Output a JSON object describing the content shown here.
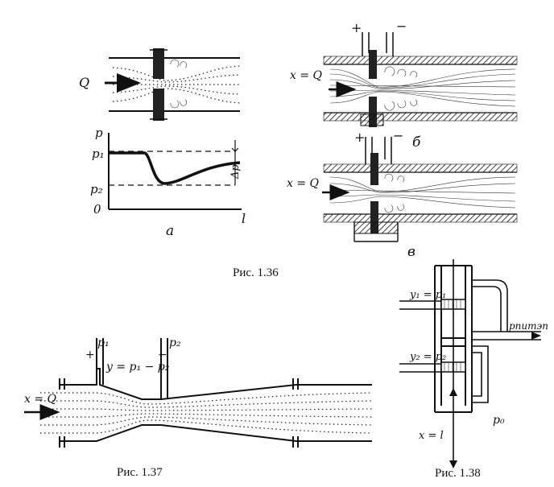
{
  "labels": {
    "fig136a": {
      "flow": "Q",
      "axis_p": "p",
      "p1": "p₁",
      "p2": "p₂",
      "origin": "0",
      "axis_l": "l",
      "delta": "Δp",
      "panel": "a"
    },
    "fig136b": {
      "flow": "x = Q",
      "plus": "+",
      "minus": "−",
      "panel": "б"
    },
    "fig136v": {
      "flow": "x = Q",
      "plus": "+",
      "minus": "−",
      "panel": "в"
    },
    "fig137": {
      "flow": "x = Q",
      "p1": "p₁",
      "p2": "p₂",
      "plus": "+",
      "minus": "−",
      "eq": "y = p₁ − p₂"
    },
    "fig138": {
      "y1": "y₁ = p₁",
      "y2": "y₂ = p₂",
      "supply": "pпитэп",
      "p0": "p₀",
      "xl": "x = l"
    }
  },
  "captions": {
    "fig136": "Рис. 1.36",
    "fig137": "Рис. 1.37",
    "fig138": "Рис. 1.38"
  }
}
